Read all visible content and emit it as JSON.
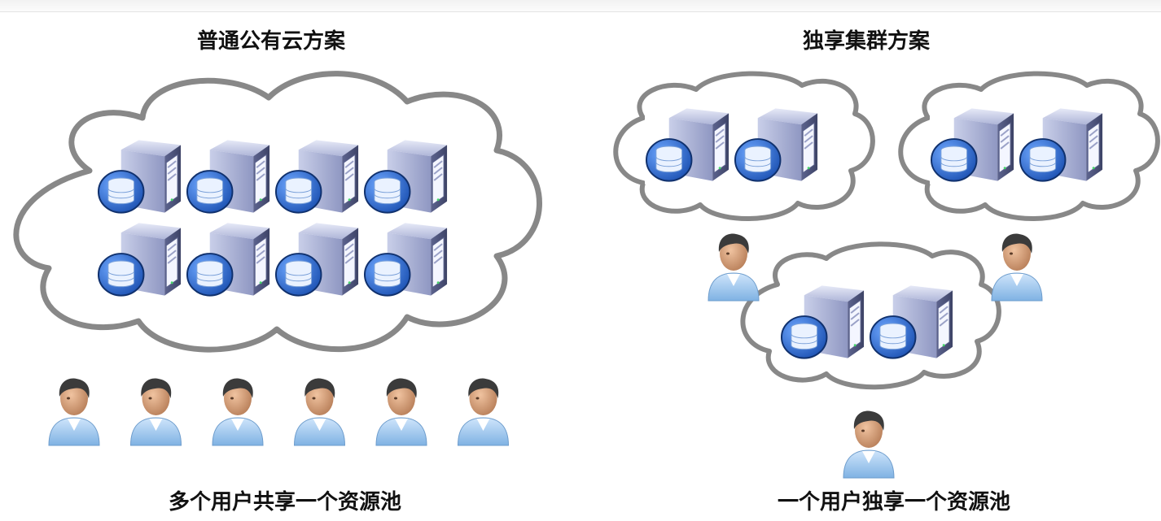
{
  "left_panel": {
    "title": "普通公有云方案",
    "caption": "多个用户共享一个资源池",
    "cloud_count": 1,
    "servers_per_cloud": 8,
    "user_count": 6
  },
  "right_panel": {
    "title": "独享集群方案",
    "caption": "一个用户独享一个资源池",
    "cloud_count": 3,
    "servers_per_cloud": 2,
    "user_count": 3
  },
  "icons": [
    "cloud-icon",
    "server-icon",
    "database-icon",
    "user-icon"
  ],
  "colors": {
    "cloud_stroke": "#8a8a8a",
    "server_body": "#b9c0df",
    "database_blue": "#2f6fd6",
    "user_shirt": "#a9cdf0",
    "user_skin": "#d8a27c"
  }
}
